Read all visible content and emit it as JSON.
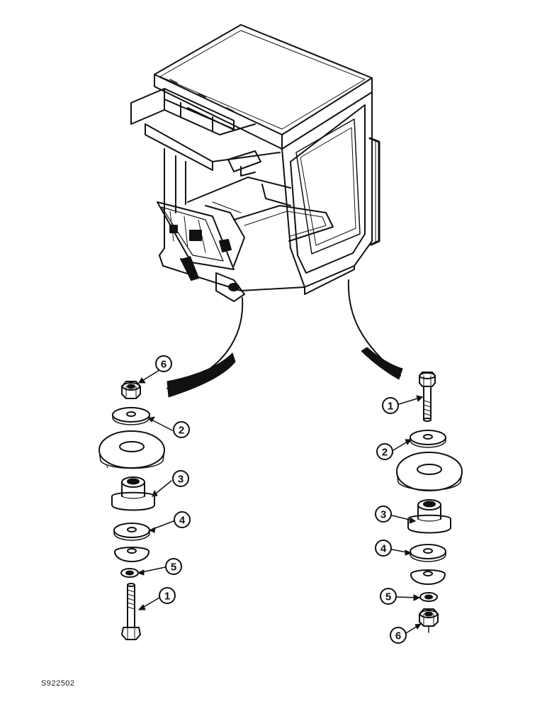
{
  "diagram": {
    "reference_code": "S922502",
    "left_stack": {
      "callouts": [
        "6",
        "2",
        "3",
        "4",
        "5",
        "1"
      ]
    },
    "right_stack": {
      "callouts": [
        "1",
        "2",
        "3",
        "4",
        "5",
        "6"
      ]
    }
  }
}
